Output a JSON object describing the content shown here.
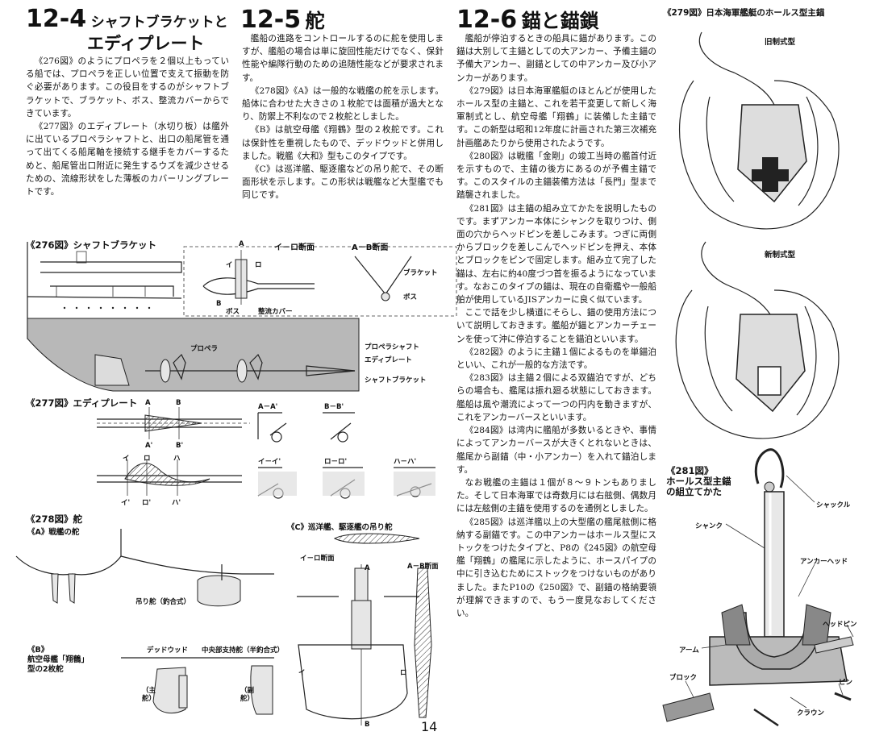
{
  "s124": {
    "num": "12-4",
    "title1": "シャフトブラケットと",
    "title2": "エディプレート",
    "paras": [
      "《276図》のようにプロペラを２個以上もっている船では、プロペラを正しい位置で支えて振動を防ぐ必要があります。この役目をするのがシャフトブラケットで、ブラケット、ボス、整流カバーからできています。",
      "《277図》のエディプレート（水切り板）は艦外に出ているプロペラシャフトと、出口の船尾管を通って出てくる船尾軸を接続する継手をカバーするためと、船尾管出口附近に発生するウズを減少させるための、流線形状をした薄板のカバーリングプレートです。"
    ]
  },
  "s125": {
    "num": "12-5",
    "title": "舵",
    "paras": [
      "艦船の進路をコントロールするのに舵を使用しますが、艦船の場合は単に旋回性能だけでなく、保針性能や編隊行動のための追随性能などが要求されます。",
      "《278図》《A》は一般的な戦艦の舵を示します。船体に合わせた大きさの１枚舵では面積が過大となり、防禦上不利なので２枚舵としました。",
      "《B》は航空母艦《翔鶴》型の２枚舵です。これは保針性を重視したもので、デッドウッドと併用しました。戦艦《大和》型もこのタイプです。",
      "《C》は巡洋艦、駆逐艦などの吊り舵で、その断面形状を示します。この形状は戦艦など大型艦でも同じです。"
    ]
  },
  "s126": {
    "num": "12-6",
    "title": "錨と錨鎖",
    "paras": [
      "艦船が停泊するときの船具に錨があります。この錨は大別して主錨としての大アンカー、予備主錨の予備大アンカー、副錨としての中アンカー及び小アンカーがあります。",
      "《279図》は日本海軍艦艇のほとんどが使用したホールス型の主錨と、これを若干変更して新しく海軍制式とし、航空母艦「翔鶴」に装備した主錨です。この新型は昭和12年度に計画された第三次補充計画艦あたりから使用されたようです。",
      "《280図》は戦艦「金剛」の竣工当時の艦首付近を示すもので、主錨の後方にあるのが予備主錨です。このスタイルの主錨装備方法は「長門」型まで踏襲されました。",
      "《281図》は主錨の組み立てかたを説明したものです。まずアンカー本体にシャンクを取りつけ、側面の穴からヘッドピンを差しこみます。つぎに両側からブロックを差しこんでヘッドピンを押え、本体とブロックをピンで固定します。組み立て完了した錨は、左右に約40度づつ首を振るようになっています。なおこのタイプの錨は、現在の自衛艦や一般船舶が使用しているJISアンカーに良く似ています。",
      "ここで話を少し横道にそらし、錨の使用方法について説明しておきます。艦船が錨とアンカーチェーンを使って沖に停泊することを錨泊といいます。",
      "《282図》のように主錨１個によるものを単錨泊といい、これが一般的な方法です。",
      "《283図》は主錨２個による双錨泊ですが、どちらの場合も、艦尾は振れ廻る状態にしておきます。艦船は風や潮流によって一つの円内を動きますが、これをアンカーバースといいます。",
      "《284図》は湾内に艦船が多数いるときや、事情によってアンカーバースが大きくとれないときは、艦尾から副錨（中・小アンカー）を入れて錨泊します。",
      "なお戦艦の主錨は１個が８〜９トンもありました。そして日本海軍では奇数月には右舷側、偶数月には左舷側の主錨を使用するのを通例としました。",
      "《285図》は巡洋艦以上の大型艦の艦尾舷側に格納する副錨です。この中アンカーはホールス型にストックをつけたタイプと、P8の《245図》の航空母艦「翔鶴」の艦尾に示したように、ホースパイプの中に引き込むためにストックをつけないものがありました。またP10の《250図》で、副錨の格納要領が理解できますので、もう一度見なおしてください。"
    ]
  },
  "fig276": {
    "caption": "《276図》シャフトブラケット",
    "sect1": "イ－ロ断面",
    "sect2": "A－B断面",
    "a": "A",
    "b": "B",
    "i": "イ",
    "ro": "ロ",
    "boss": "ボス",
    "fairing": "整流カバー",
    "bracket": "ブラケット",
    "boss2": "ボス",
    "propeller": "プロペラ",
    "propshaft": "プロペラシャフト",
    "eddyplate": "エディプレート",
    "shaftbracket": "シャフトブラケット"
  },
  "fig277": {
    "caption": "《277図》エディプレート",
    "a": "A",
    "b": "B",
    "a2": "A'",
    "b2": "B'",
    "i": "イ",
    "ro": "ロ",
    "ha": "ハ",
    "i2": "イ'",
    "ro2": "ロ'",
    "ha2": "ハ'",
    "s1": "A－A'",
    "s2": "B－B'",
    "s3": "イ－イ'",
    "s4": "ロ－ロ'",
    "s5": "ハ－ハ'"
  },
  "fig278": {
    "caption": "《278図》舵",
    "a_label": "《A》戦艦の舵",
    "suspended": "吊り舵（釣合式）",
    "b_label1": "《B》",
    "b_label2": "航空母艦「翔鶴」",
    "b_label3": "型の2枚舵",
    "deadwood": "デッドウッド",
    "center": "中央部支持舵（半釣合式）",
    "main": "（主舵）",
    "sub": "（副舵）",
    "c_label": "《C》巡洋艦、駆逐艦の吊り舵",
    "c_sect": "イ－ロ断面",
    "c_ab": "A－B断面",
    "a": "A",
    "b": "B",
    "i": "イ",
    "ro": "ロ"
  },
  "fig279": {
    "caption": "《279図》日本海軍艦艇のホールス型主錨",
    "old": "旧制式型",
    "new": "新制式型"
  },
  "fig281": {
    "caption1": "《281図》",
    "caption2": "ホールス型主錨",
    "caption3": "の組立てかた",
    "shackle": "シャックル",
    "shank": "シャンク",
    "head": "アンカーヘッド",
    "headpin": "ヘッドピン",
    "arm": "アーム",
    "block": "ブロック",
    "pin": "ピン",
    "crown": "クラウン"
  },
  "page_number": "14"
}
